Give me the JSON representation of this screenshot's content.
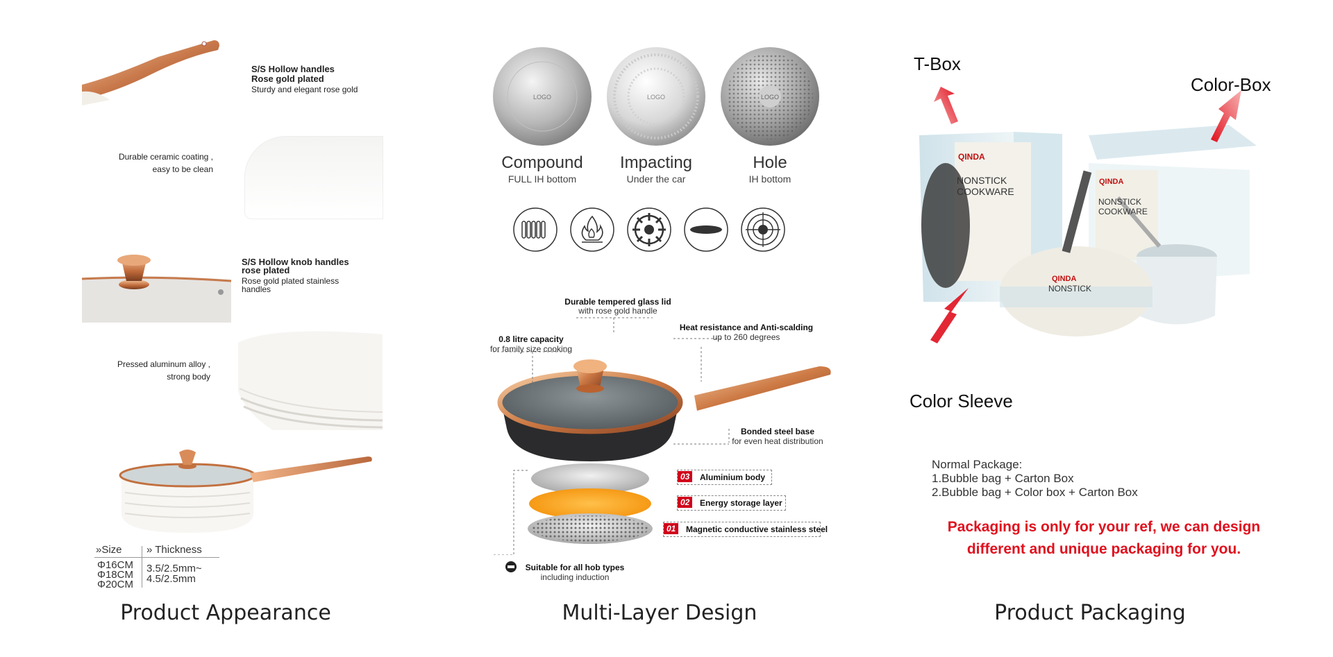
{
  "appearance": {
    "title": "Product Appearance",
    "handle_feature": {
      "line1": "S/S Hollow handles",
      "line2": "Rose gold plated",
      "line3": "Sturdy and elegant rose gold"
    },
    "coating_feature": {
      "line1": "Durable ceramic coating ,",
      "line2": "easy to be clean"
    },
    "knob_feature": {
      "line1": "S/S Hollow knob handles",
      "line2": "rose plated",
      "line3": "Rose gold plated stainless",
      "line4": "handles"
    },
    "body_feature": {
      "line1": "Pressed aluminum alloy ,",
      "line2": "strong body"
    },
    "spec_table": {
      "col1_header": "»Size",
      "col2_header": "» Thickness",
      "sizes": [
        "Φ16CM",
        "Φ18CM",
        "Φ20CM"
      ],
      "thickness": [
        "3.5/2.5mm~",
        "4.5/2.5mm"
      ]
    }
  },
  "multilayer": {
    "title": "Multi-Layer Design",
    "bottoms": [
      {
        "name": "Compound",
        "sub": "FULL IH bottom",
        "logo": "LOGO"
      },
      {
        "name": "Impacting",
        "sub": "Under the car",
        "logo": "LOGO"
      },
      {
        "name": "Hole",
        "sub": "IH bottom",
        "logo": "LOGO"
      }
    ],
    "hob_icons": [
      "induction-coil-icon",
      "gas-flame-icon",
      "gas-burner-icon",
      "electric-plate-icon",
      "ceramic-hob-icon"
    ],
    "annotations": {
      "lid_bold": "Durable tempered glass lid",
      "lid_sub": "with rose gold handle",
      "capacity_bold": "0.8 litre capacity",
      "capacity_sub": "for family size cooking",
      "heat_bold": "Heat resistance and Anti-scalding",
      "heat_sub": "up to 260 degrees",
      "base_bold": "Bonded steel base",
      "base_sub": "for even heat distribution",
      "hob_bold": "Suitable for all hob types",
      "hob_sub": "including induction"
    },
    "layers": [
      {
        "num": "03",
        "label": "Aluminium body"
      },
      {
        "num": "02",
        "label": "Energy storage layer"
      },
      {
        "num": "01",
        "label": "Magnetic conductive stainless steel"
      }
    ]
  },
  "packaging": {
    "title": "Product Packaging",
    "tbox": "T-Box",
    "colorbox": "Color-Box",
    "sleeve": "Color Sleeve",
    "brand": "QINDA",
    "box_line1": "NONSTICK",
    "box_line2": "COOKWARE",
    "note_title": "Normal Package:",
    "note_1": "1.Bubble bag + Carton Box",
    "note_2": "2.Bubble bag + Color box + Carton Box",
    "red_line1": "Packaging is only for your ref, we can design",
    "red_line2": "different and unique packaging for you."
  }
}
